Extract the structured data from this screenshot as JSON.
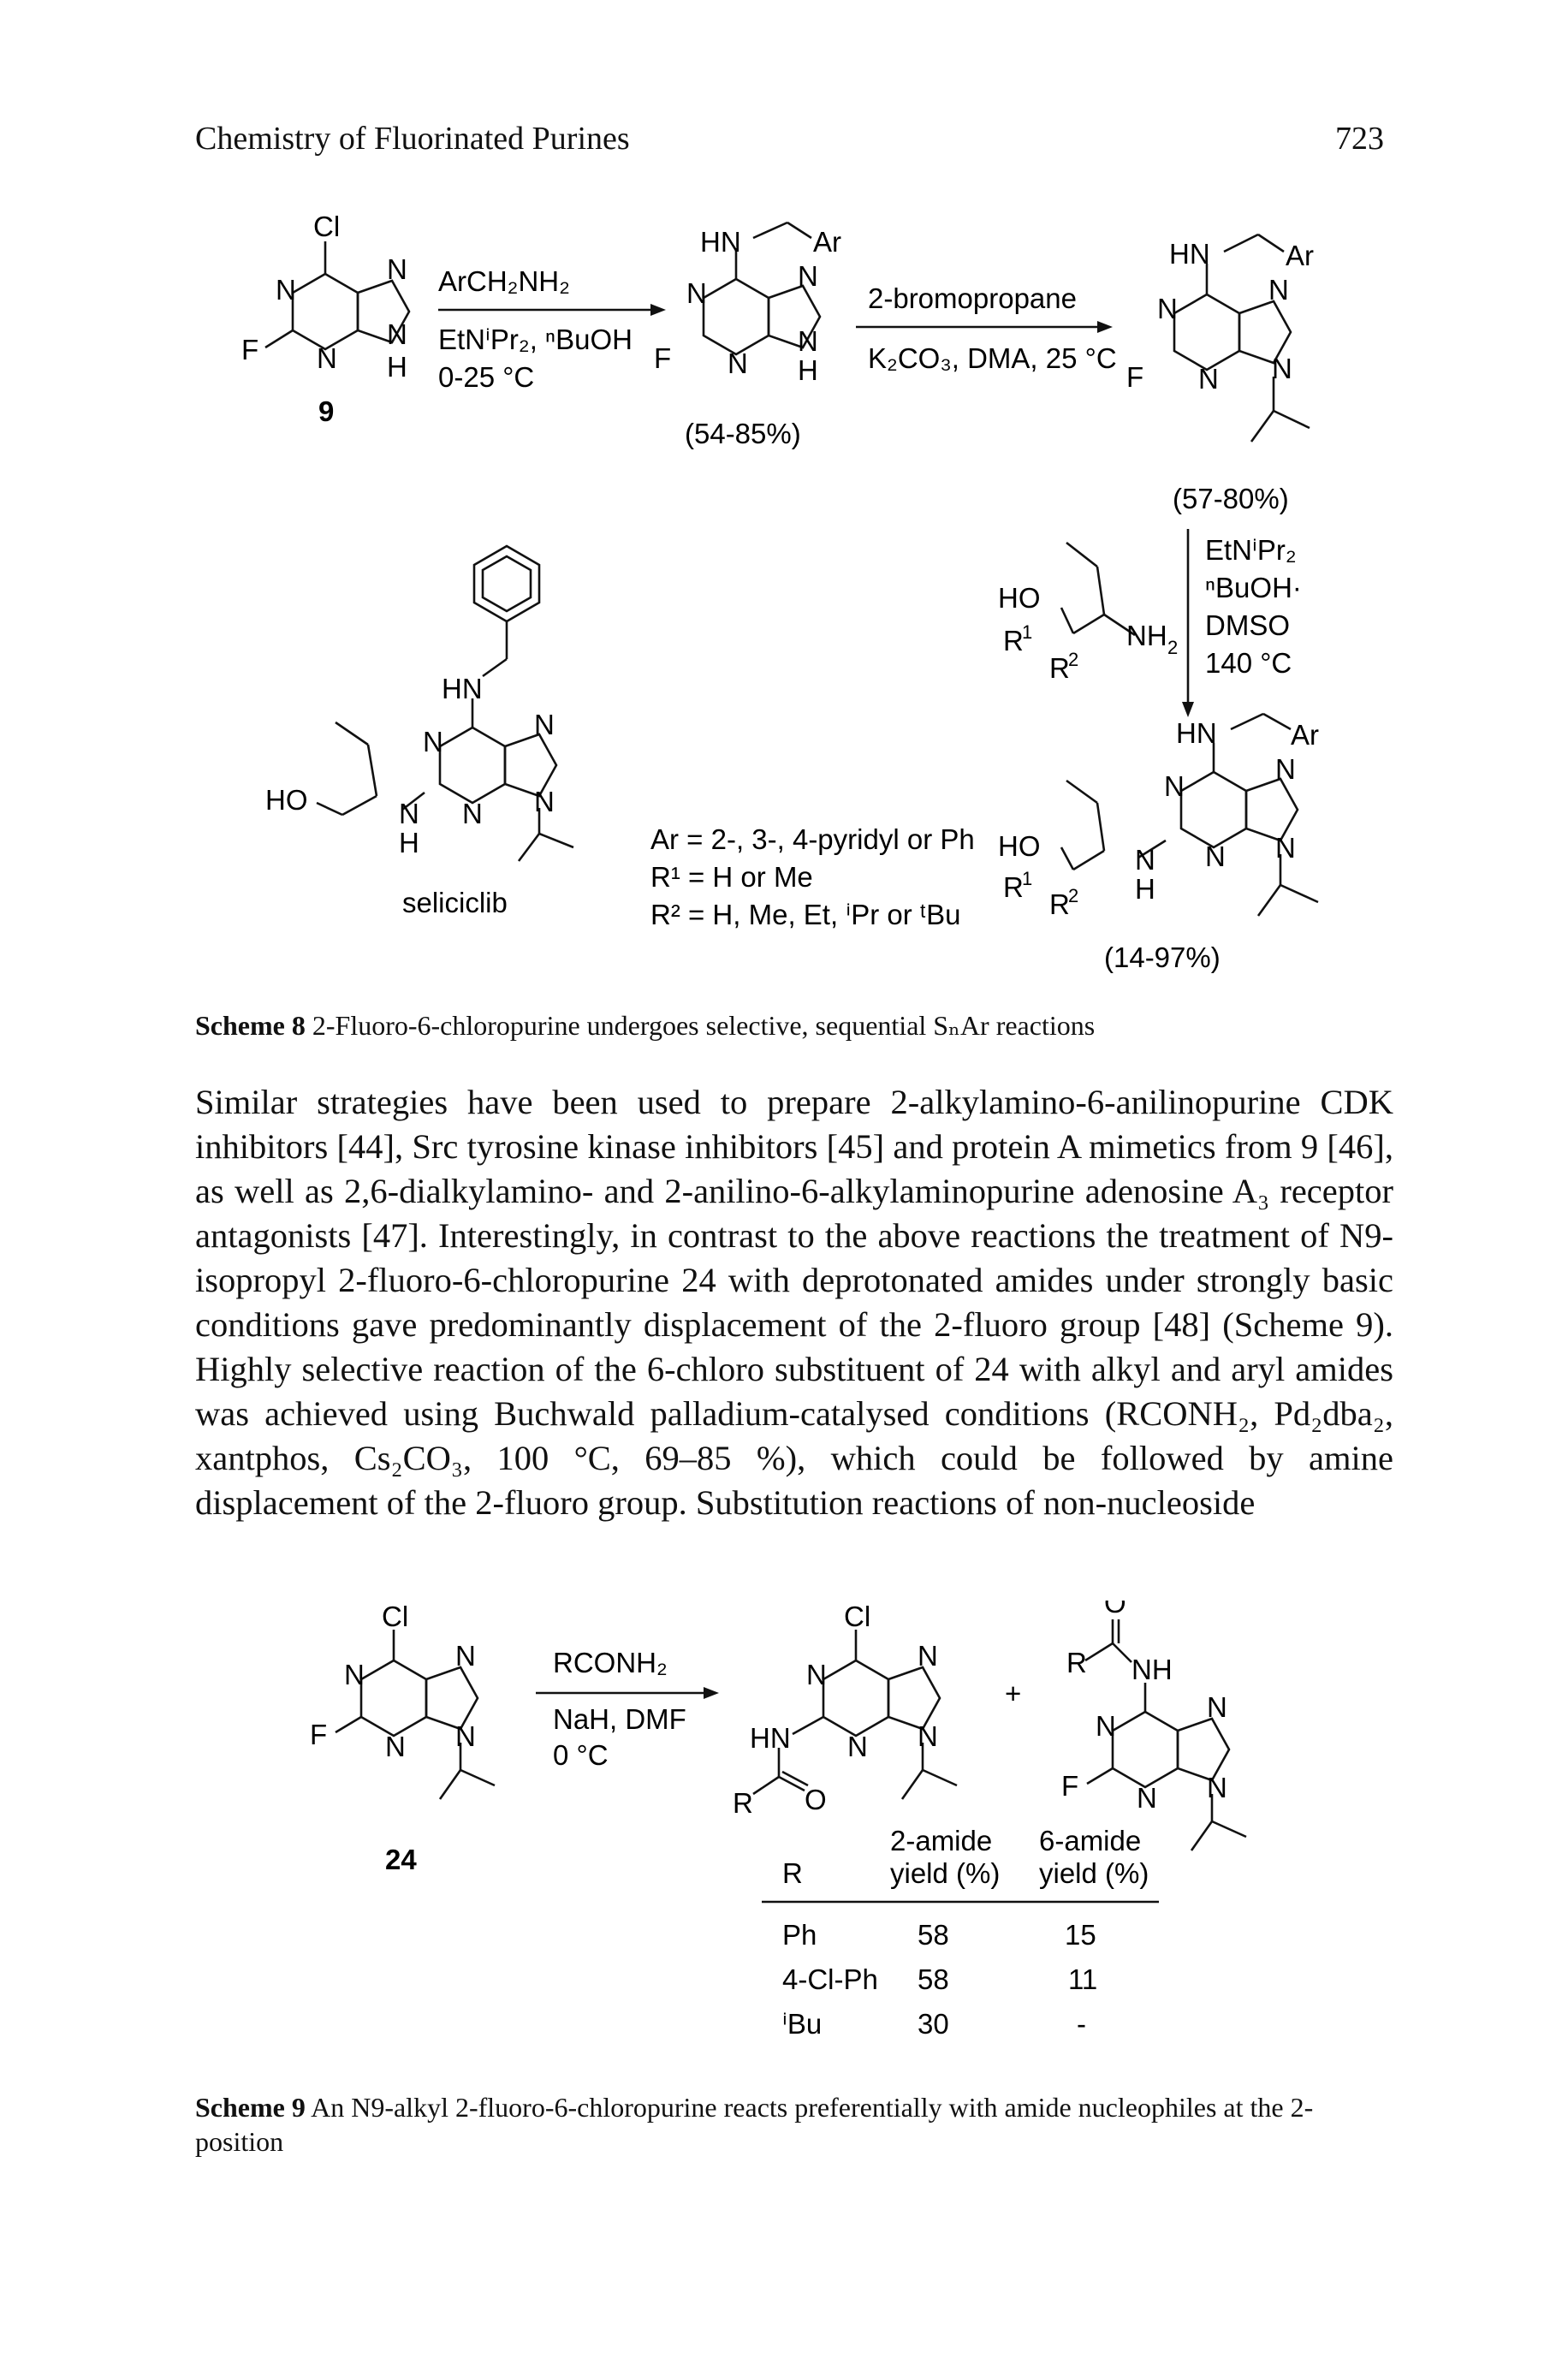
{
  "header": {
    "running_title": "Chemistry of Fluorinated Purines",
    "page_number": "723"
  },
  "scheme8": {
    "compound_label": "9",
    "step1_reagent": "ArCH₂NH₂",
    "step1_base": "EtNⁱPr₂, ⁿBuOH",
    "step1_temp": "0-25 °C",
    "step1_yield": "(54-85%)",
    "step2_reagent": "2-bromopropane",
    "step2_conditions": "K₂CO₃, DMA, 25 °C",
    "step2_yield": "(57-80%)",
    "step3_c1": "EtNⁱPr₂",
    "step3_c2": "ⁿBuOH·",
    "step3_c3": "DMSO",
    "step3_c4": "140 °C",
    "final_yield": "(14-97%)",
    "seliciclib_label": "seliciclib",
    "def_ar": "Ar = 2-, 3-, 4-pyridyl or Ph",
    "def_r1": "R¹ = H or Me",
    "def_r2": "R² = H, Me, Et, ⁱPr or ᵗBu",
    "caption_label": "Scheme 8",
    "caption_text": "2-Fluoro-6-chloropurine undergoes selective, sequential SₙAr reactions"
  },
  "body": {
    "paragraph": "Similar strategies have been used to prepare 2-alkylamino-6-anilinopurine CDK inhibitors [44], Src tyrosine kinase inhibitors [45] and protein A mimetics from 9 [46], as well as 2,6-dialkylamino- and 2-anilino-6-alkylaminopurine adenosine A₃ receptor antagonists [47]. Interestingly, in contrast to the above reactions the treatment of N9-isopropyl 2-fluoro-6-chloropurine 24 with deprotonated amides under strongly basic conditions gave predominantly displacement of the 2-fluoro group [48] (Scheme 9). Highly selective reaction of the 6-chloro substituent of 24 with alkyl and aryl amides was achieved using Buchwald palladium-catalysed conditions (RCONH₂, Pd₂dba₂, xantphos, Cs₂CO₃, 100 °C, 69–85 %), which could be followed by amine displacement of the 2-fluoro group. Substitution reactions of non-nucleoside"
  },
  "scheme9": {
    "compound_label": "24",
    "reagent": "RCONH₂",
    "conditions1": "NaH, DMF",
    "conditions2": "0 °C",
    "plus": "+",
    "table": {
      "headers": [
        "R",
        "2-amide yield (%)",
        "6-amide yield (%)"
      ],
      "header_col2_line1": "2-amide",
      "header_col2_line2": "yield (%)",
      "header_col3_line1": "6-amide",
      "header_col3_line2": "yield (%)",
      "rows": [
        [
          "Ph",
          "58",
          "15"
        ],
        [
          "4-Cl-Ph",
          "58",
          "11"
        ],
        [
          "ⁱBu",
          "30",
          "-"
        ]
      ]
    },
    "caption_label": "Scheme 9",
    "caption_text": "An N9-alkyl 2-fluoro-6-chloropurine reacts preferentially with amide nucleophiles at the 2-position"
  }
}
